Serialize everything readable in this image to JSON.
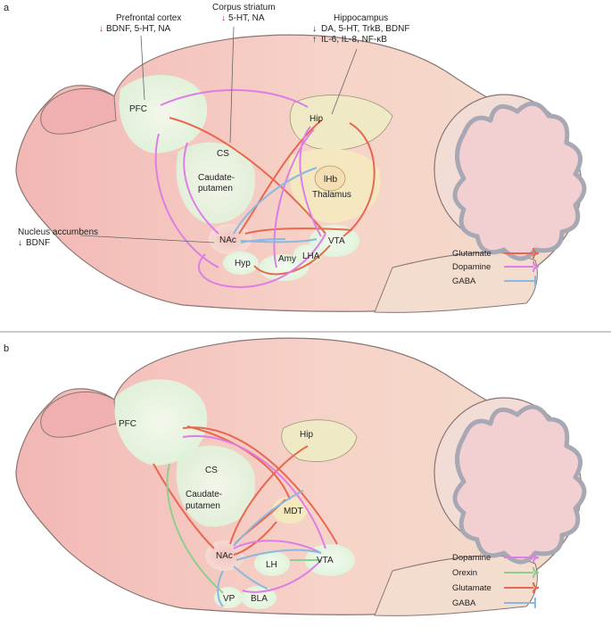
{
  "panel_a": {
    "letter": "a",
    "annotations": {
      "pfc_title": "Prefrontal cortex",
      "pfc_line": "BDNF, 5-HT, NA",
      "cs_title": "Corpus striatum",
      "cs_line": "5-HT, NA",
      "hip_title": "Hippocampus",
      "hip_line1": "DA, 5-HT, TrkB, BDNF",
      "hip_line2": "IL-6, IL-8, NF-κB",
      "nac_title": "Nucleus accumbens",
      "nac_line": "BDNF"
    },
    "regions": {
      "pfc": "PFC",
      "hip": "Hip",
      "cs": "CS",
      "caud1": "Caudate-",
      "caud2": "putamen",
      "ihb": "lHb",
      "thalamus": "Thalamus",
      "nac": "NAc",
      "vta": "VTA",
      "hyp": "Hyp",
      "amy": "Amy",
      "lha": "LHA"
    },
    "legend": {
      "glutamate": "Glutamate",
      "dopamine": "Dopamine",
      "gaba": "GABA"
    }
  },
  "panel_b": {
    "letter": "b",
    "regions": {
      "pfc": "PFC",
      "hip": "Hip",
      "cs": "CS",
      "caud1": "Caudate-",
      "caud2": "putamen",
      "mdt": "MDT",
      "nac": "NAc",
      "lh": "LH",
      "vta": "VTA",
      "vp": "VP",
      "bla": "BLA"
    },
    "legend": {
      "dopamine": "Dopamine",
      "orexin": "Orexin",
      "glutamate": "Glutamate",
      "gaba": "GABA"
    }
  },
  "colors": {
    "glutamate": "#e8674f",
    "dopamine": "#dd7de6",
    "gaba": "#8ab8e0",
    "orexin": "#8fcf8c",
    "down_arrow": "#b8333a"
  }
}
